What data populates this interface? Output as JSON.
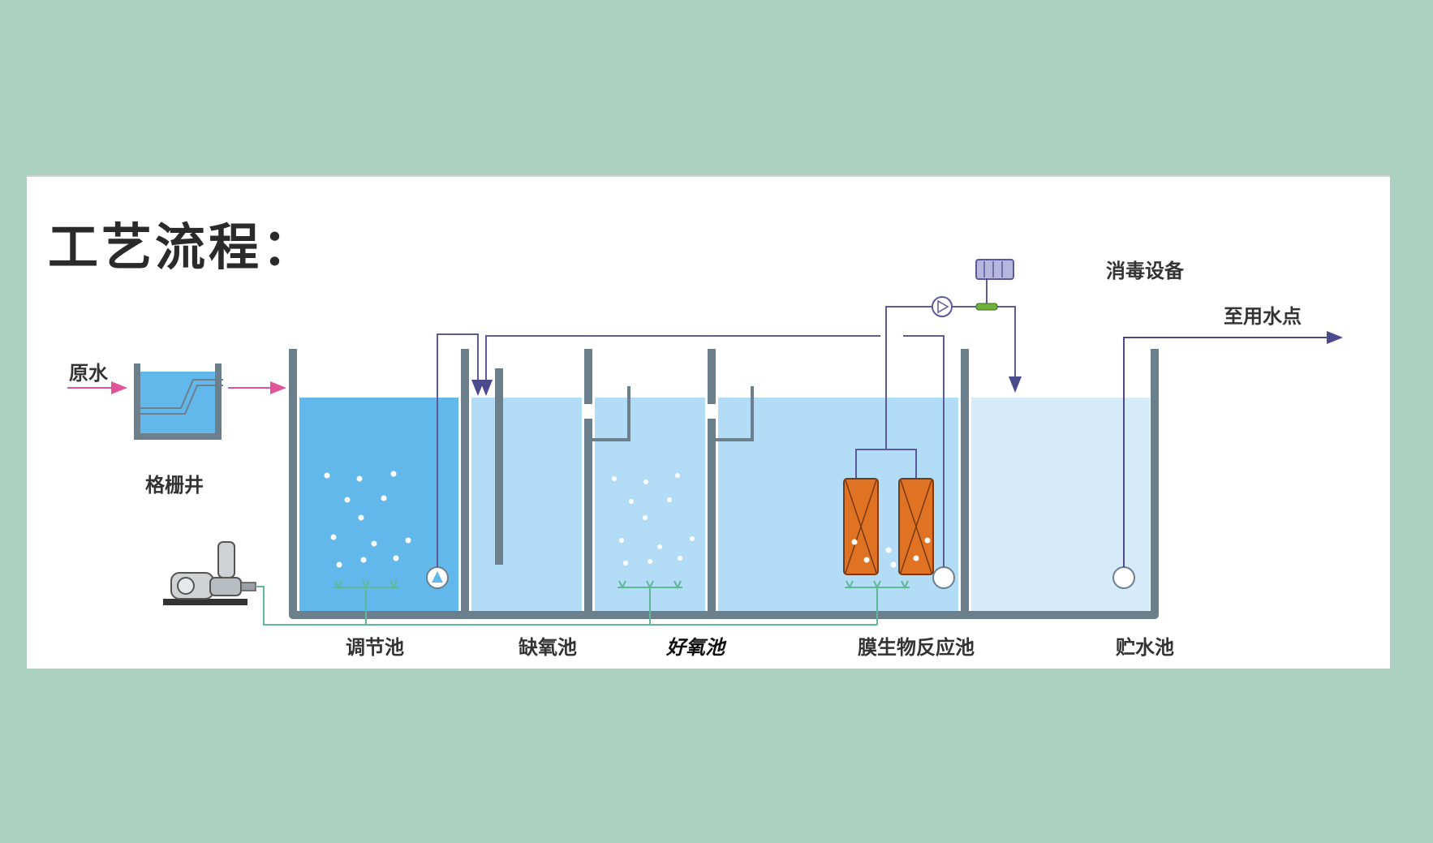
{
  "title": "工艺流程：",
  "labels": {
    "raw_water": "原水",
    "screen_well": "格栅井",
    "equalization_tank": "调节池",
    "anoxic_tank": "缺氧池",
    "aerobic_tank": "好氧池",
    "mbr_tank": "膜生物反应池",
    "storage_tank": "贮水池",
    "disinfection": "消毒设备",
    "to_use_point": "至用水点"
  },
  "colors": {
    "background": "#acd1c3",
    "panel": "#ffffff",
    "tank_wall": "#6b7f8c",
    "water_dark": "#62b8ea",
    "water_light": "#b3dcf6",
    "water_pale": "#d6ebfa",
    "pipe": "#5c5a9a",
    "air_line": "#5fb897",
    "membrane": "#e07224",
    "feed_arrow": "#e0559a"
  }
}
